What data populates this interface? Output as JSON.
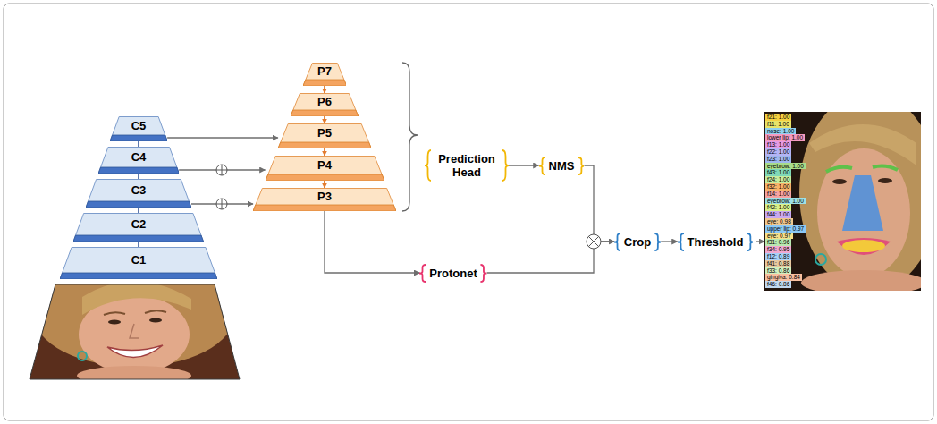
{
  "diagram": {
    "nodes": [
      {
        "text": [
          "C5"
        ]
      },
      {
        "text": [
          "C4"
        ]
      },
      {
        "text": [
          "C3"
        ]
      },
      {
        "text": [
          "C2"
        ]
      },
      {
        "text": [
          "C1"
        ]
      },
      {
        "text": [
          "P7"
        ]
      },
      {
        "text": [
          "P6"
        ]
      },
      {
        "text": [
          "P5"
        ]
      },
      {
        "text": [
          "P4"
        ]
      },
      {
        "text": [
          "P3"
        ]
      },
      {
        "text": [
          "Prediction Head"
        ]
      },
      {
        "text": [
          "NMS"
        ]
      },
      {
        "text": [
          "Protonet"
        ]
      },
      {
        "text": [
          "Crop"
        ]
      },
      {
        "text": [
          "Threshold"
        ]
      }
    ],
    "edges": [
      {
        "from": 0,
        "to": 1,
        "arrow": "none"
      },
      {
        "from": 1,
        "to": 2,
        "arrow": "none"
      },
      {
        "from": 2,
        "to": 3,
        "arrow": "none"
      },
      {
        "from": 3,
        "to": 4,
        "arrow": "none"
      },
      {
        "from": 5,
        "to": 6,
        "arrow": "to"
      },
      {
        "from": 6,
        "to": 7,
        "arrow": "to"
      },
      {
        "from": 7,
        "to": 8,
        "arrow": "to"
      },
      {
        "from": 8,
        "to": 9,
        "arrow": "to"
      },
      {
        "from": 0,
        "to": 7,
        "arrow": "to"
      },
      {
        "from": 1,
        "to": 8,
        "arrow": "to"
      },
      {
        "from": 2,
        "to": 9,
        "arrow": "to"
      },
      {
        "from": 9,
        "to": 12,
        "arrow": "to"
      },
      {
        "from": 10,
        "to": 11,
        "arrow": "to"
      },
      {
        "from": 11,
        "to": 13,
        "arrow": "to"
      },
      {
        "from": 12,
        "to": 13,
        "arrow": "to"
      },
      {
        "from": 13,
        "to": 14,
        "arrow": "to"
      }
    ],
    "labels": [
      "f21: 1.00",
      "f11: 1.00",
      "nose: 1.00",
      "lower lip: 1.00",
      "f13: 1.00",
      "f22: 1.00",
      "f23: 1.00",
      "eyebrow: 1.00",
      "f43: 1.00",
      "f24: 1.00",
      "f32: 1.00",
      "f14: 1.00",
      "eyebrow: 1.00",
      "f42: 1.00",
      "f44: 1.00",
      "eye: 0.98",
      "upper lip: 0.97",
      "eye: 0.97",
      "f31: 0.96",
      "f34: 0.95",
      "f12: 0.89",
      "f41: 0.88",
      "f33: 0.86",
      "gingiva: 0.84",
      "f46: 0.86"
    ]
  }
}
